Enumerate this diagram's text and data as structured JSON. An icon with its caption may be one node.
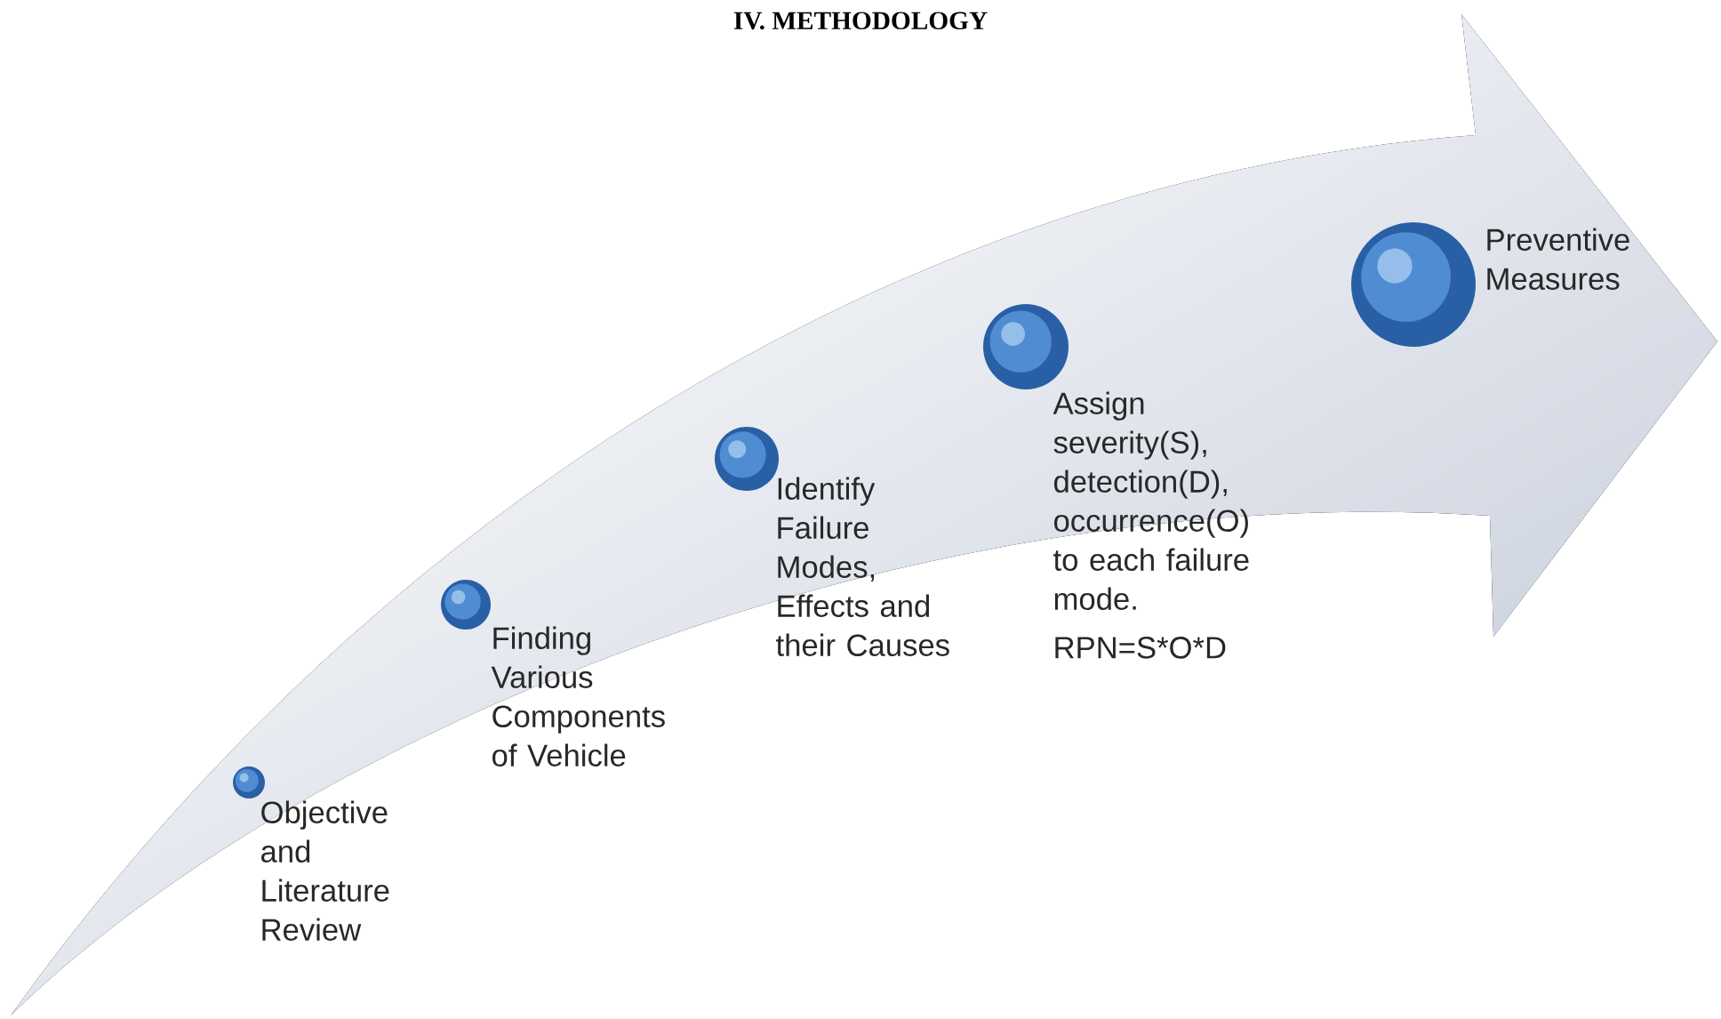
{
  "diagram": {
    "title": "IV. METHODOLOGY",
    "nodes": [
      {
        "text": [
          "Objective and Literature Review"
        ]
      },
      {
        "text": [
          "Finding Various Components of Vehicle"
        ]
      },
      {
        "text": [
          "Identify Failure Modes, Effects and their Causes"
        ]
      },
      {
        "text": [
          "Assign severity(S), detection(D), occurrence(O) to each failure mode.",
          "RPN=S*O*D"
        ]
      },
      {
        "text": [
          "Preventive Measures"
        ]
      }
    ]
  }
}
